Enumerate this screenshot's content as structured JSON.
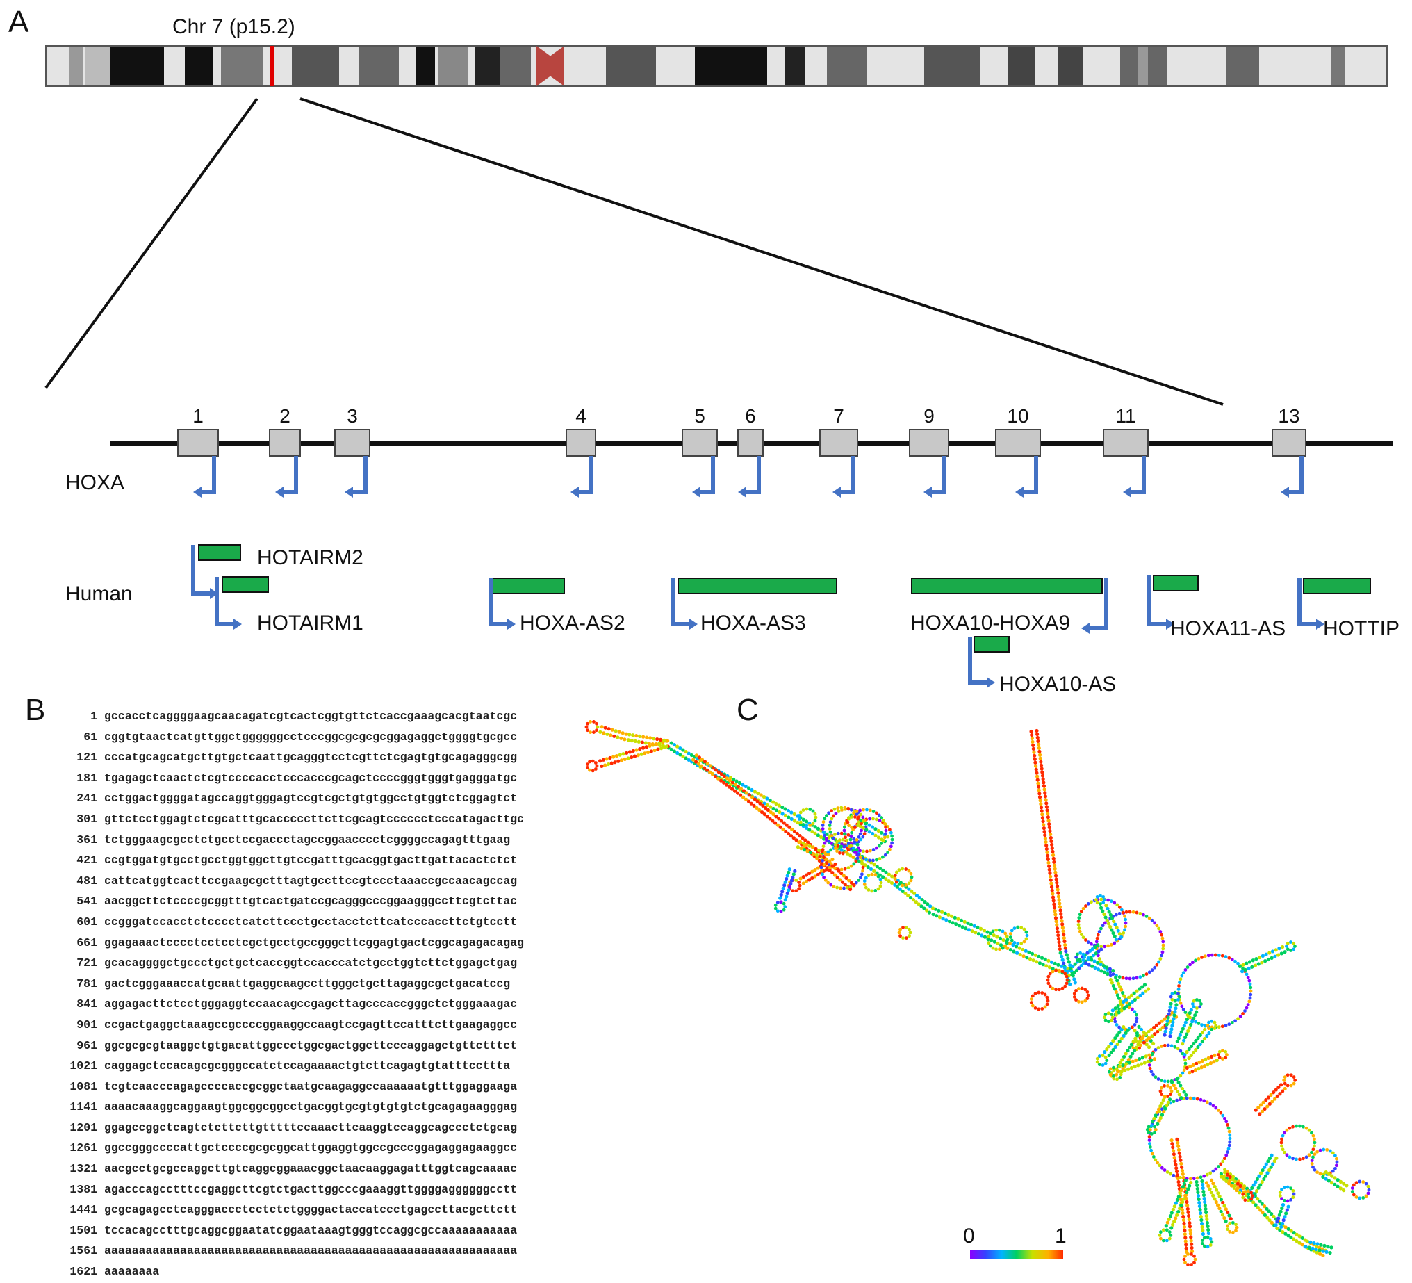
{
  "panels": {
    "a": "A",
    "b": "B",
    "c": "C"
  },
  "colors": {
    "exon": "#c8c8c8",
    "lncrna": "#1aaa4a",
    "arrow": "#4472c4",
    "centromere": "#b8453f",
    "highlight": "#e00000"
  },
  "chromosome": {
    "label": "Chr 7 (p15.2)"
  },
  "hoxa": {
    "row_label": "HOXA",
    "genes": [
      "1",
      "2",
      "3",
      "4",
      "5",
      "6",
      "7",
      "9",
      "10",
      "11",
      "13"
    ]
  },
  "human": {
    "row_label": "Human",
    "lncrnas": [
      "HOTAIRM2",
      "HOTAIRM1",
      "HOXA-AS2",
      "HOXA-AS3",
      "HOXA10-HOXA9",
      "HOXA10-AS",
      "HOXA11-AS",
      "HOTTIP"
    ]
  },
  "sequence": [
    {
      "pos": "1",
      "seq": "gccacctcaggggaagcaacagatcgtcactcggtgttctcaccgaaagcacgtaatcgc"
    },
    {
      "pos": "61",
      "seq": "cggtgtaactcatgttggctggggggcctcccggcgcgcgcggagaggctggggtgcgcc"
    },
    {
      "pos": "121",
      "seq": "cccatgcagcatgcttgtgctcaattgcagggtcctcgttctcgagtgtgcagagggcgg"
    },
    {
      "pos": "181",
      "seq": "tgagagctcaactctcgtccccacctcccacccgcagctccccgggtgggtgagggatgc"
    },
    {
      "pos": "241",
      "seq": "cctggactggggatagccaggtgggagtccgtcgctgtgtggcctgtggtctcggagtct"
    },
    {
      "pos": "301",
      "seq": "gttctcctggagtctcgcatttgcacccccttcttcgcagtcccccctcccatagacttgc"
    },
    {
      "pos": "361",
      "seq": "tctgggaagcgcctctgcctccgaccctagccggaacccctcggggccagagtttgaag"
    },
    {
      "pos": "421",
      "seq": "ccgtggatgtgcctgcctggtggcttgtccgatttgcacggtgacttgattacactctct"
    },
    {
      "pos": "481",
      "seq": "cattcatggtcacttccgaagcgctttagtgccttccgtccctaaaccgccaacagccag"
    },
    {
      "pos": "541",
      "seq": "aacggcttctccccgcggtttgtcactgatccgcagggcccggaagggccttcgtcttac"
    },
    {
      "pos": "601",
      "seq": "ccgggatccacctctcccctcatcttccctgcctacctcttcatcccaccttctgtcctt"
    },
    {
      "pos": "661",
      "seq": "ggagaaactcccctcctcctcgctgcctgccgggcttcggagtgactcggcagagacagag"
    },
    {
      "pos": "721",
      "seq": "gcacaggggctgccctgctgctcaccggtccacccatctgcctggtcttctggagctgag"
    },
    {
      "pos": "781",
      "seq": "gactcgggaaaccatgcaattgaggcaagccttgggctgcttagaggcgctgacatccg"
    },
    {
      "pos": "841",
      "seq": "aggagacttctcctgggaggtccaacagccgagcttagcccaccgggctctgggaaagac"
    },
    {
      "pos": "901",
      "seq": "ccgactgaggctaaagccgccccggaaggccaagtccgagttccatttcttgaagaggcc"
    },
    {
      "pos": "961",
      "seq": "ggcgcgcgtaaggctgtgacattggccctggcgactggcttcccaggagctgttctttct"
    },
    {
      "pos": "1021",
      "seq": "caggagctccacagcgcgggccatctccagaaaactgtcttcagagtgtatttccttta"
    },
    {
      "pos": "1081",
      "seq": "tcgtcaacccagagccccaccgcggctaatgcaagaggccaaaaaatgtttggaggaaga"
    },
    {
      "pos": "1141",
      "seq": "aaaacaaaggcaggaagtggcggcggcctgacggtgcgtgtgtgtctgcagagaagggag"
    },
    {
      "pos": "1201",
      "seq": "ggagccggctcagtctcttcttgtttttccaaacttcaaggtccaggcagccctctgcag"
    },
    {
      "pos": "1261",
      "seq": "ggccgggccccattgctccccgcgcggcattggaggtggccgcccggagaggagaaggcc"
    },
    {
      "pos": "1321",
      "seq": "aacgcctgcgccaggcttgtcaggcggaaacggctaacaaggagatttggtcagcaaaac"
    },
    {
      "pos": "1381",
      "seq": "agacccagcctttccgaggcttcgtctgacttggcccgaaaggttggggaggggggcctt"
    },
    {
      "pos": "1441",
      "seq": "gcgcagagcctcagggaccctcctctctggggactaccatccctgagccttacgcttctt"
    },
    {
      "pos": "1501",
      "seq": "tccacagcctttgcaggcggaatatcggaataaagtgggtccaggcgccaaaaaaaaaaa"
    },
    {
      "pos": "1561",
      "seq": "aaaaaaaaaaaaaaaaaaaaaaaaaaaaaaaaaaaaaaaaaaaaaaaaaaaaaaaaaaaa"
    },
    {
      "pos": "1621",
      "seq": "aaaaaaaa"
    }
  ],
  "structure": {
    "scale_min": "0",
    "scale_max": "1",
    "scale_colors": [
      "#8b00ff",
      "#3344ff",
      "#00b4ff",
      "#00d060",
      "#c8e000",
      "#ffb000",
      "#ff2a00"
    ]
  }
}
